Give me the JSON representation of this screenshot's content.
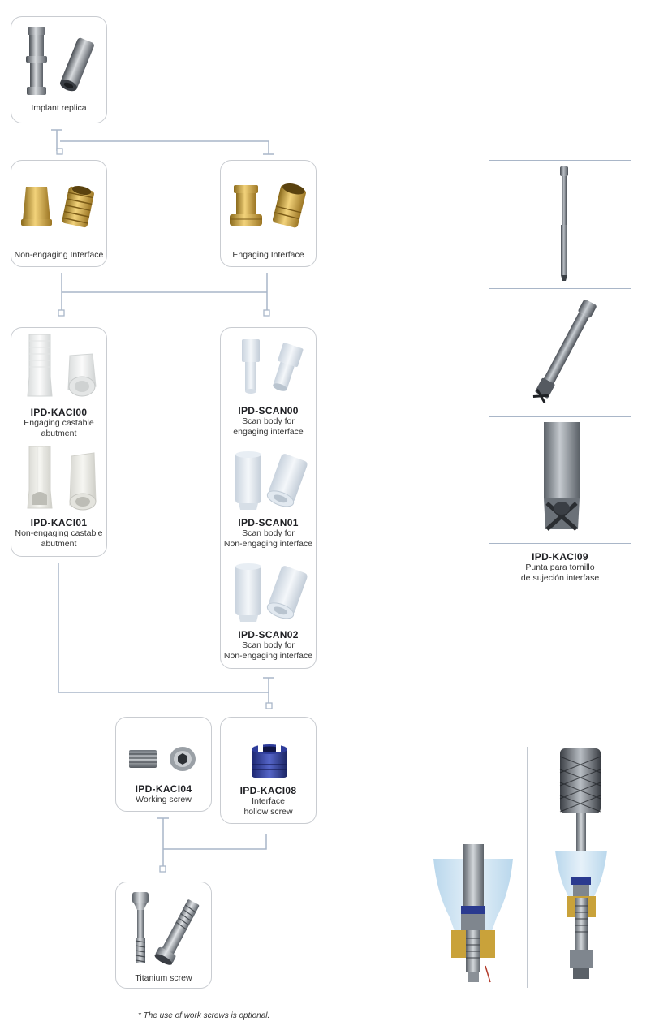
{
  "cards": {
    "implant_replica": {
      "label": "Implant replica"
    },
    "non_engaging_interface": {
      "label": "Non-engaging Interface"
    },
    "engaging_interface": {
      "label": "Engaging Interface"
    },
    "kaci00": {
      "code": "IPD-KACI00",
      "desc": [
        "Engaging castable",
        "abutment"
      ]
    },
    "kaci01": {
      "code": "IPD-KACI01",
      "desc": [
        "Non-engaging castable",
        "abutment"
      ]
    },
    "scan00": {
      "code": "IPD-SCAN00",
      "desc": [
        "Scan body for",
        "engaging interface"
      ]
    },
    "scan01": {
      "code": "IPD-SCAN01",
      "desc": [
        "Scan body for",
        "Non-engaging interface"
      ]
    },
    "scan02": {
      "code": "IPD-SCAN02",
      "desc": [
        "Scan body for",
        "Non-engaging interface"
      ]
    },
    "kaci04": {
      "code": "IPD-KACI04",
      "desc": [
        "Working screw"
      ]
    },
    "kaci08": {
      "code": "IPD-KACI08",
      "desc": [
        "Interface",
        "hollow screw"
      ]
    },
    "titanium_screw": {
      "label": "Titanium screw"
    }
  },
  "tip": {
    "code": "IPD-KACI09",
    "desc": [
      "Punta para tornillo",
      "de sujeción interfase"
    ]
  },
  "footnote": "* The use of work screws is optional.",
  "colors": {
    "line": "#a9b6c8",
    "card_border": "#c9ccd1",
    "gold": "#c9a23a",
    "steel": "#8a9097",
    "blue": "#2a3a8f",
    "resin": "#eceeee",
    "scan_white": "#e8edf3",
    "cutaway_blue": "#cfe3f1"
  }
}
